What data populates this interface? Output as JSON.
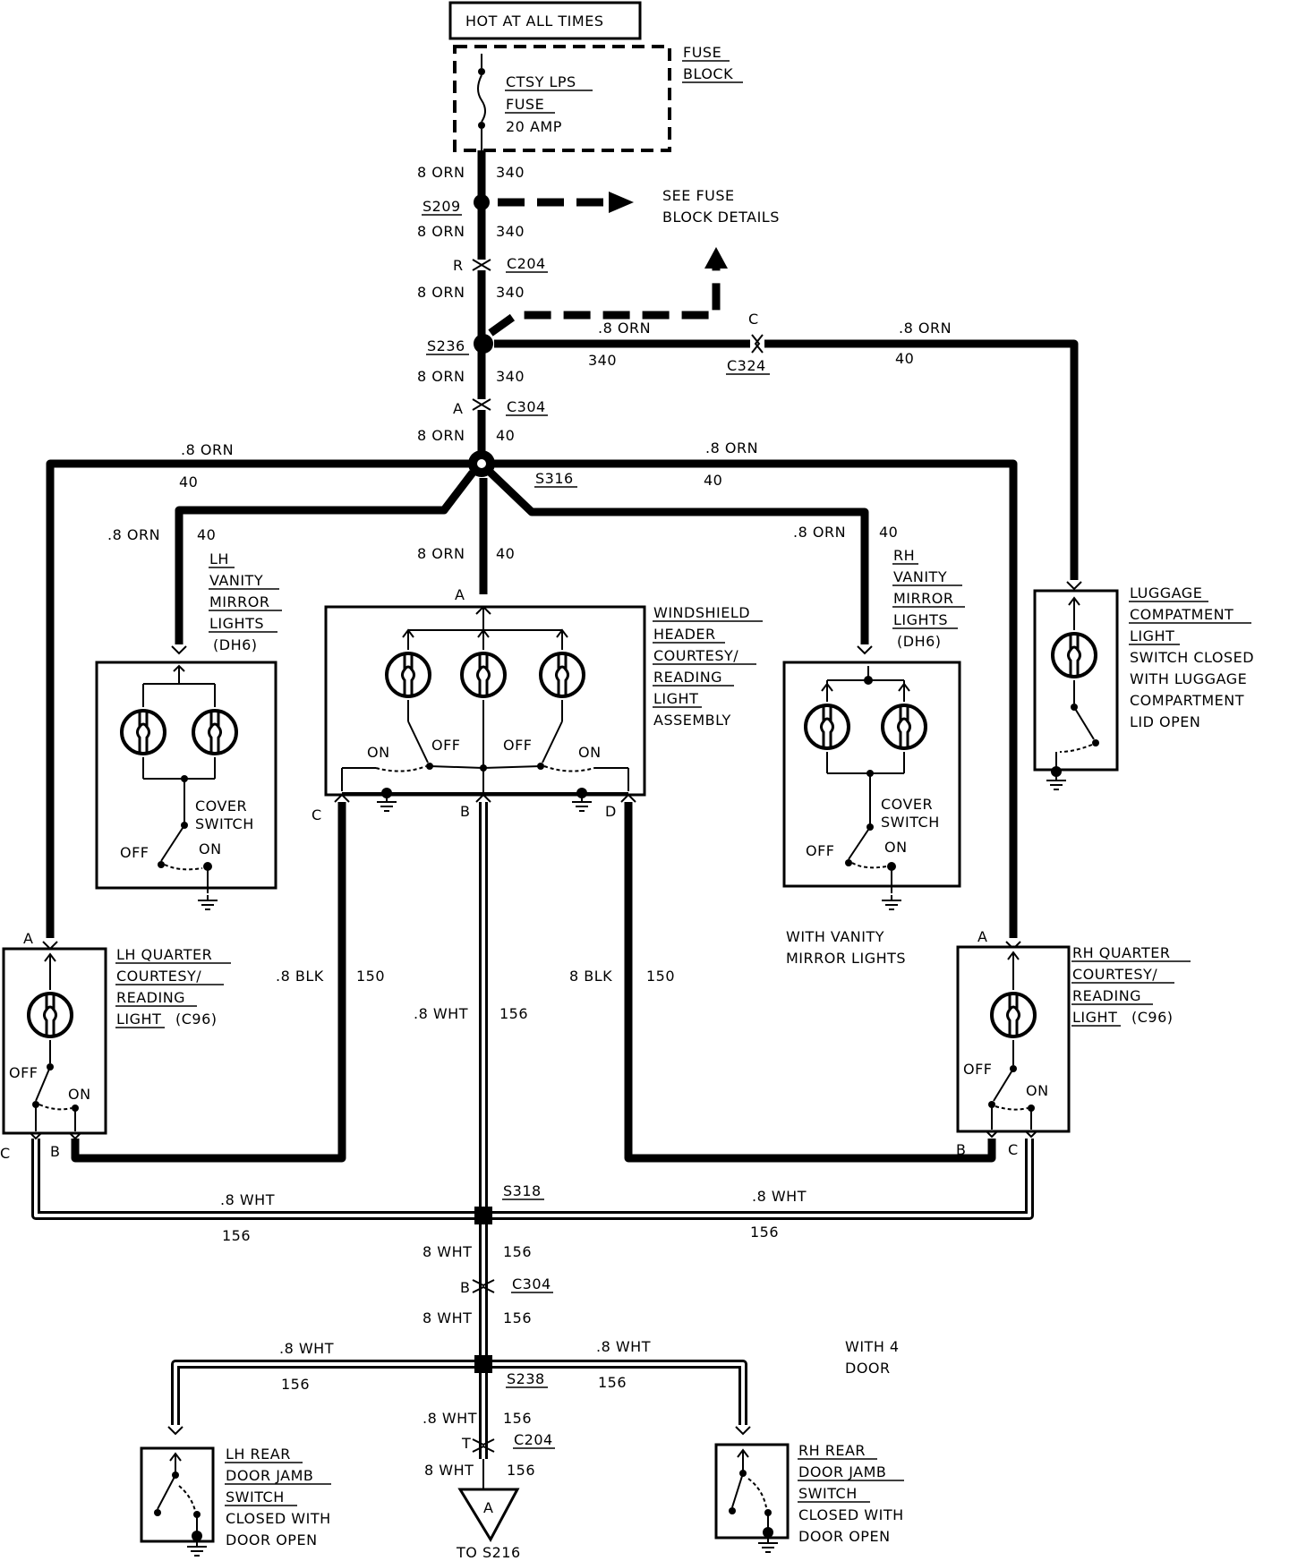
{
  "power": {
    "label": "HOT AT ALL TIMES"
  },
  "fuse_block": {
    "l1": "FUSE",
    "l2": "BLOCK",
    "fuse_l1": "CTSY LPS",
    "fuse_l2": "FUSE",
    "fuse_l3": "20 AMP"
  },
  "see_fuse": {
    "l1": "SEE FUSE",
    "l2": "BLOCK DETAILS"
  },
  "splices": {
    "s209": "S209",
    "s236": "S236",
    "s316": "S316",
    "s318": "S318",
    "s238": "S238"
  },
  "connectors": {
    "c204": "C204",
    "c324": "C324",
    "c304": "C304"
  },
  "pins": {
    "A": "A",
    "B": "B",
    "C": "C",
    "D": "D",
    "R": "R",
    "T": "T"
  },
  "wires": {
    "orn8": "8 ORN",
    "orn_dot8": ".8 ORN",
    "blk_dot8": ".8 BLK",
    "blk8": "8 BLK",
    "wht_dot8": ".8 WHT",
    "wht8": "8 WHT",
    "c340": "340",
    "c40": "40",
    "c150": "150",
    "c156": "156"
  },
  "lh_vanity": {
    "l1": "LH",
    "l2": "VANITY",
    "l3": "MIRROR",
    "l4": "LIGHTS",
    "l5": "(DH6)"
  },
  "rh_vanity": {
    "l1": "RH",
    "l2": "VANITY",
    "l3": "MIRROR",
    "l4": "LIGHTS",
    "l5": "(DH6)"
  },
  "windshield": {
    "l1": "WINDSHIELD",
    "l2": "HEADER",
    "l3": "COURTESY/",
    "l4": "READING",
    "l5": "LIGHT",
    "l6": "ASSEMBLY"
  },
  "luggage": {
    "l1": "LUGGAGE",
    "l2": "COMPATMENT",
    "l3": "LIGHT",
    "l4": "SWITCH CLOSED",
    "l5": "WITH LUGGAGE",
    "l6": "COMPARTMENT",
    "l7": "LID OPEN"
  },
  "lh_quarter": {
    "l1": "LH QUARTER",
    "l2": "COURTESY/",
    "l3": "READING",
    "l4": "LIGHT",
    "l5": "(C96)"
  },
  "rh_quarter": {
    "l1": "RH QUARTER",
    "l2": "COURTESY/",
    "l3": "READING",
    "l4": "LIGHT",
    "l5": "(C96)"
  },
  "cover_switch": {
    "l1": "COVER",
    "l2": "SWITCH"
  },
  "switch": {
    "on": "ON",
    "off": "OFF"
  },
  "note_vanity": {
    "l1": "WITH VANITY",
    "l2": "MIRROR LIGHTS"
  },
  "note_4door": {
    "l1": "WITH 4",
    "l2": "DOOR"
  },
  "lh_rear": {
    "l1": "LH REAR",
    "l2": "DOOR JAMB",
    "l3": "SWITCH",
    "l4": "CLOSED WITH",
    "l5": "DOOR OPEN"
  },
  "rh_rear": {
    "l1": "RH REAR",
    "l2": "DOOR JAMB",
    "l3": "SWITCH",
    "l4": "CLOSED WITH",
    "l5": "DOOR OPEN"
  },
  "ref": {
    "a": "A",
    "to": "TO S216"
  }
}
